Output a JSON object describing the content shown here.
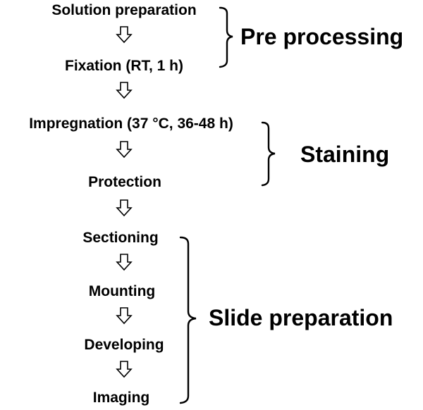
{
  "steps": [
    {
      "id": "solution",
      "label": "Solution preparation"
    },
    {
      "id": "fixation",
      "label": "Fixation (RT, 1 h)"
    },
    {
      "id": "impregnation",
      "label": "Impregnation (37 °C, 36-48 h)"
    },
    {
      "id": "protection",
      "label": "Protection"
    },
    {
      "id": "sectioning",
      "label": "Sectioning"
    },
    {
      "id": "mounting",
      "label": "Mounting"
    },
    {
      "id": "developing",
      "label": "Developing"
    },
    {
      "id": "imaging",
      "label": "Imaging"
    }
  ],
  "groups": [
    {
      "id": "pre-processing",
      "label": "Pre processing"
    },
    {
      "id": "staining",
      "label": "Staining"
    },
    {
      "id": "slide-preparation",
      "label": "Slide preparation"
    }
  ],
  "colors": {
    "ink": "#000000",
    "background": "#ffffff"
  }
}
